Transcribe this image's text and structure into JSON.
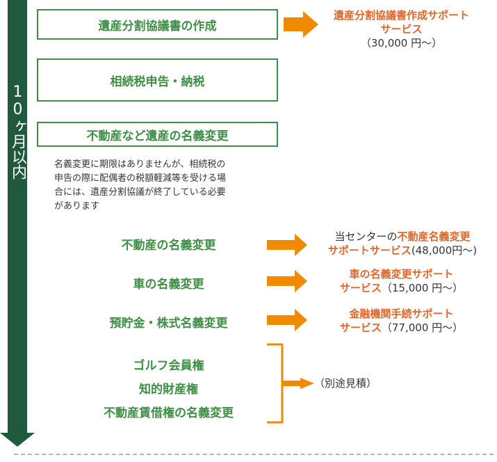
{
  "timeline": {
    "label": "10ヶ月以内"
  },
  "boxes": {
    "bunkatsu": "遺産分割協議書の作成",
    "souzokuzei": "相続税申告・納税",
    "meigi": "不動産など遺産の名義変更"
  },
  "note": {
    "line1": "名義変更に期限はありませんが、相続税の",
    "line2": "申告の際に配偶者の税額軽減等を受ける場",
    "line3": "合には、遺産分割協議が終了している必要",
    "line4": "があります"
  },
  "items": {
    "fudosan": "不動産の名義変更",
    "kuruma": "車の名義変更",
    "yokin": "預貯金・株式名義変更",
    "golf": "ゴルフ会員権",
    "chiteki": "知的財産権",
    "chintai": "不動産賃借権の名義変更"
  },
  "services": {
    "bunkatsu": {
      "line1": "遺産分割協議書作成サポート",
      "line2": "サービス",
      "price": "（30,000 円〜）"
    },
    "fudosan": {
      "prefix": "当センターの",
      "name1": "不動産名義変更",
      "name2": "サポートサービス",
      "price": "(48,000円〜)"
    },
    "kuruma": {
      "line1": "車の名義変更サポート",
      "line2": "サービス",
      "price": "（15,000 円〜）"
    },
    "yokin": {
      "line1": "金融機関手続サポート",
      "line2": "サービス",
      "price": "（77,000 円〜）"
    },
    "other": "（別途見積）"
  },
  "colors": {
    "green": "#3f8f46",
    "dark_green": "#1f5a3e",
    "orange": "#e2672a",
    "arrow_orange": "#f08a00"
  }
}
